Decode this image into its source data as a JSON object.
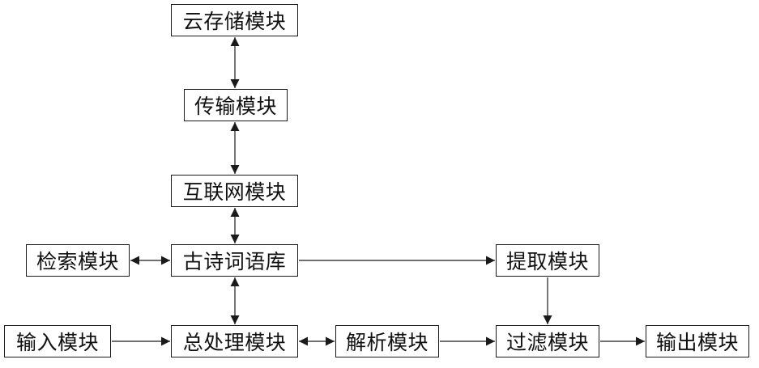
{
  "modules": {
    "cloud_storage": "云存储模块",
    "transmission": "传输模块",
    "internet": "互联网模块",
    "poetry_library": "古诗词语库",
    "retrieval": "检索模块",
    "extraction": "提取模块",
    "input": "输入模块",
    "main_processing": "总处理模块",
    "parsing": "解析模块",
    "filtering": "过滤模块",
    "output": "输出模块"
  },
  "colors": {
    "line": "#1a1a1a",
    "background": "#ffffff"
  },
  "connections": [
    {
      "from": "cloud_storage",
      "to": "transmission",
      "arrows": "both"
    },
    {
      "from": "transmission",
      "to": "internet",
      "arrows": "both"
    },
    {
      "from": "internet",
      "to": "poetry_library",
      "arrows": "both"
    },
    {
      "from": "retrieval",
      "to": "poetry_library",
      "arrows": "both"
    },
    {
      "from": "poetry_library",
      "to": "main_processing",
      "arrows": "both"
    },
    {
      "from": "poetry_library",
      "to": "extraction",
      "arrows": "forward"
    },
    {
      "from": "extraction",
      "to": "filtering",
      "arrows": "forward"
    },
    {
      "from": "input",
      "to": "main_processing",
      "arrows": "forward"
    },
    {
      "from": "main_processing",
      "to": "parsing",
      "arrows": "both"
    },
    {
      "from": "parsing",
      "to": "filtering",
      "arrows": "forward"
    },
    {
      "from": "filtering",
      "to": "output",
      "arrows": "forward"
    }
  ]
}
